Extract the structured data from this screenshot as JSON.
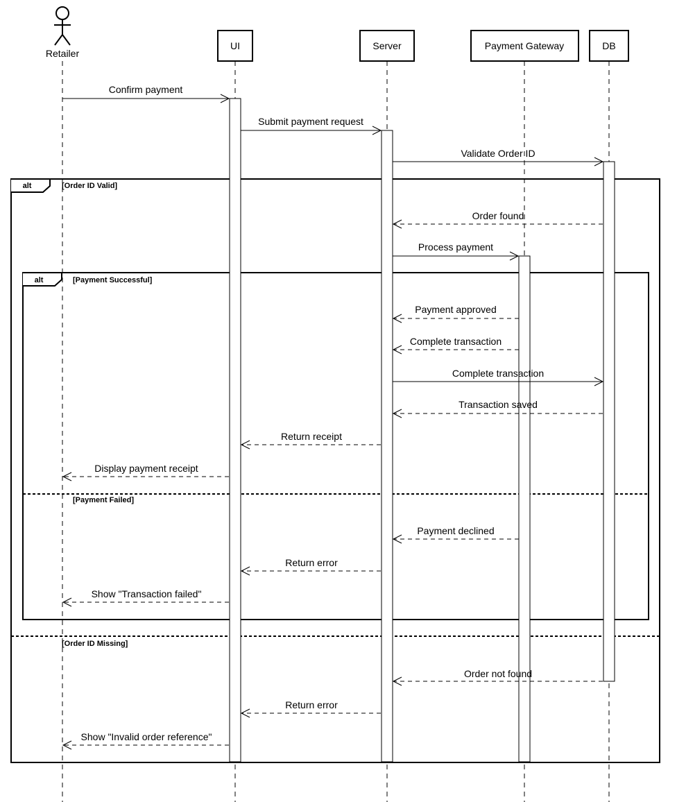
{
  "participants": {
    "retailer": "Retailer",
    "ui": "UI",
    "server": "Server",
    "gateway": "Payment Gateway",
    "db": "DB"
  },
  "messages": {
    "m1": "Confirm payment",
    "m2": "Submit payment request",
    "m3": "Validate Order ID",
    "m4": "Order found",
    "m5": "Process payment",
    "m6": "Payment approved",
    "m7": "Complete transaction",
    "m8": "Complete transaction",
    "m9": "Transaction saved",
    "m10": "Return receipt",
    "m11": "Display payment receipt",
    "m12": "Payment declined",
    "m13": "Return error",
    "m14": "Show \"Transaction failed\"",
    "m15": "Order not found",
    "m16": "Return error",
    "m17": "Show \"Invalid order reference\""
  },
  "fragments": {
    "outer": {
      "operator": "alt",
      "guard_1": "[Order ID Valid]",
      "guard_2": "[Order ID Missing]"
    },
    "inner": {
      "operator": "alt",
      "guard_1": "[Payment Successful]",
      "guard_2": "[Payment Failed]"
    }
  }
}
